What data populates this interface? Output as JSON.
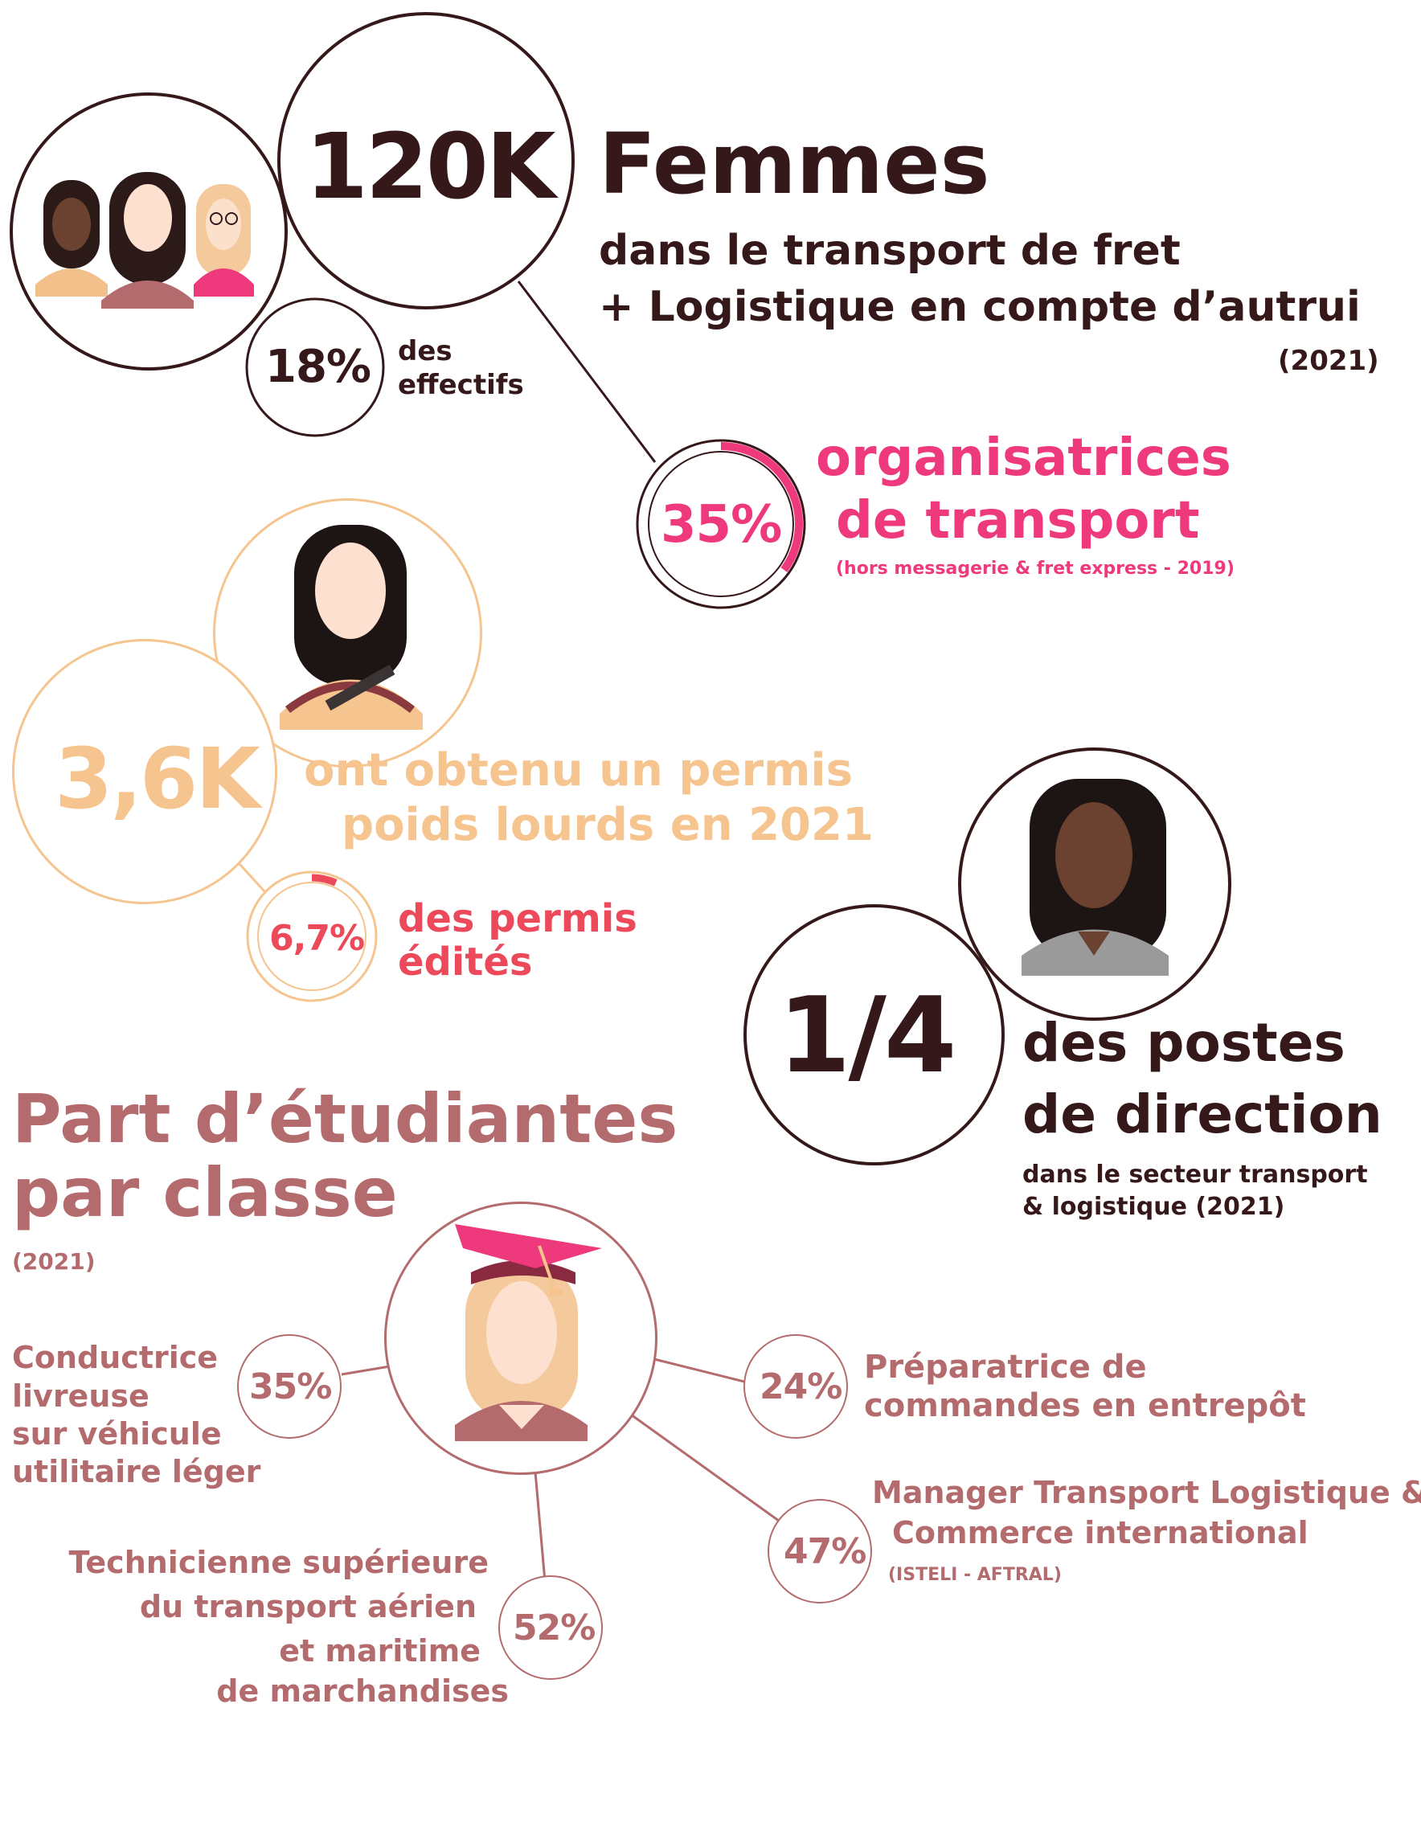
{
  "colors": {
    "dark": "#35181a",
    "pink": "#ee3a7c",
    "peach": "#f6c48f",
    "coral": "#ec4a5b",
    "mauve": "#b36b6d"
  },
  "women": {
    "value": "120K",
    "title": "Femmes",
    "subtitle_line1": "dans le transport de fret",
    "subtitle_line2": "+ Logistique en compte d’autrui",
    "year": "(2021)",
    "share_value": "18%",
    "share_label_line1": "des",
    "share_label_line2": "effectifs",
    "share_fraction": 0.18
  },
  "organisatrices": {
    "value": "35%",
    "fraction": 0.35,
    "label_line1": "organisatrices",
    "label_line2": "de transport",
    "note": "(hors messagerie & fret express - 2019)"
  },
  "permis": {
    "value": "3,6K",
    "label_line1": "ont obtenu un permis",
    "label_line2": "poids lourds en 2021",
    "share_value": "6,7%",
    "share_fraction": 0.067,
    "share_label_line1": "des permis",
    "share_label_line2": "édités"
  },
  "direction": {
    "value": "1/4",
    "label_line1": "des postes",
    "label_line2": "de direction",
    "note_line1": "dans le secteur transport",
    "note_line2": "& logistique (2021)"
  },
  "students": {
    "title_line1": "Part d’étudiantes",
    "title_line2": "par classe",
    "year": "(2021)",
    "items": [
      {
        "value": "35%",
        "lines": [
          "Conductrice",
          "livreuse",
          "sur véhicule",
          "utilitaire léger"
        ]
      },
      {
        "value": "24%",
        "lines": [
          "Préparatrice de",
          "commandes en entrepôt"
        ]
      },
      {
        "value": "47%",
        "lines": [
          "Manager Transport  Logistique &",
          "Commerce  international"
        ],
        "note": "(ISTELI - AFTRAL)"
      },
      {
        "value": "52%",
        "lines": [
          "Technicienne supérieure",
          "du transport aérien",
          "et maritime",
          "de marchandises"
        ]
      }
    ]
  }
}
